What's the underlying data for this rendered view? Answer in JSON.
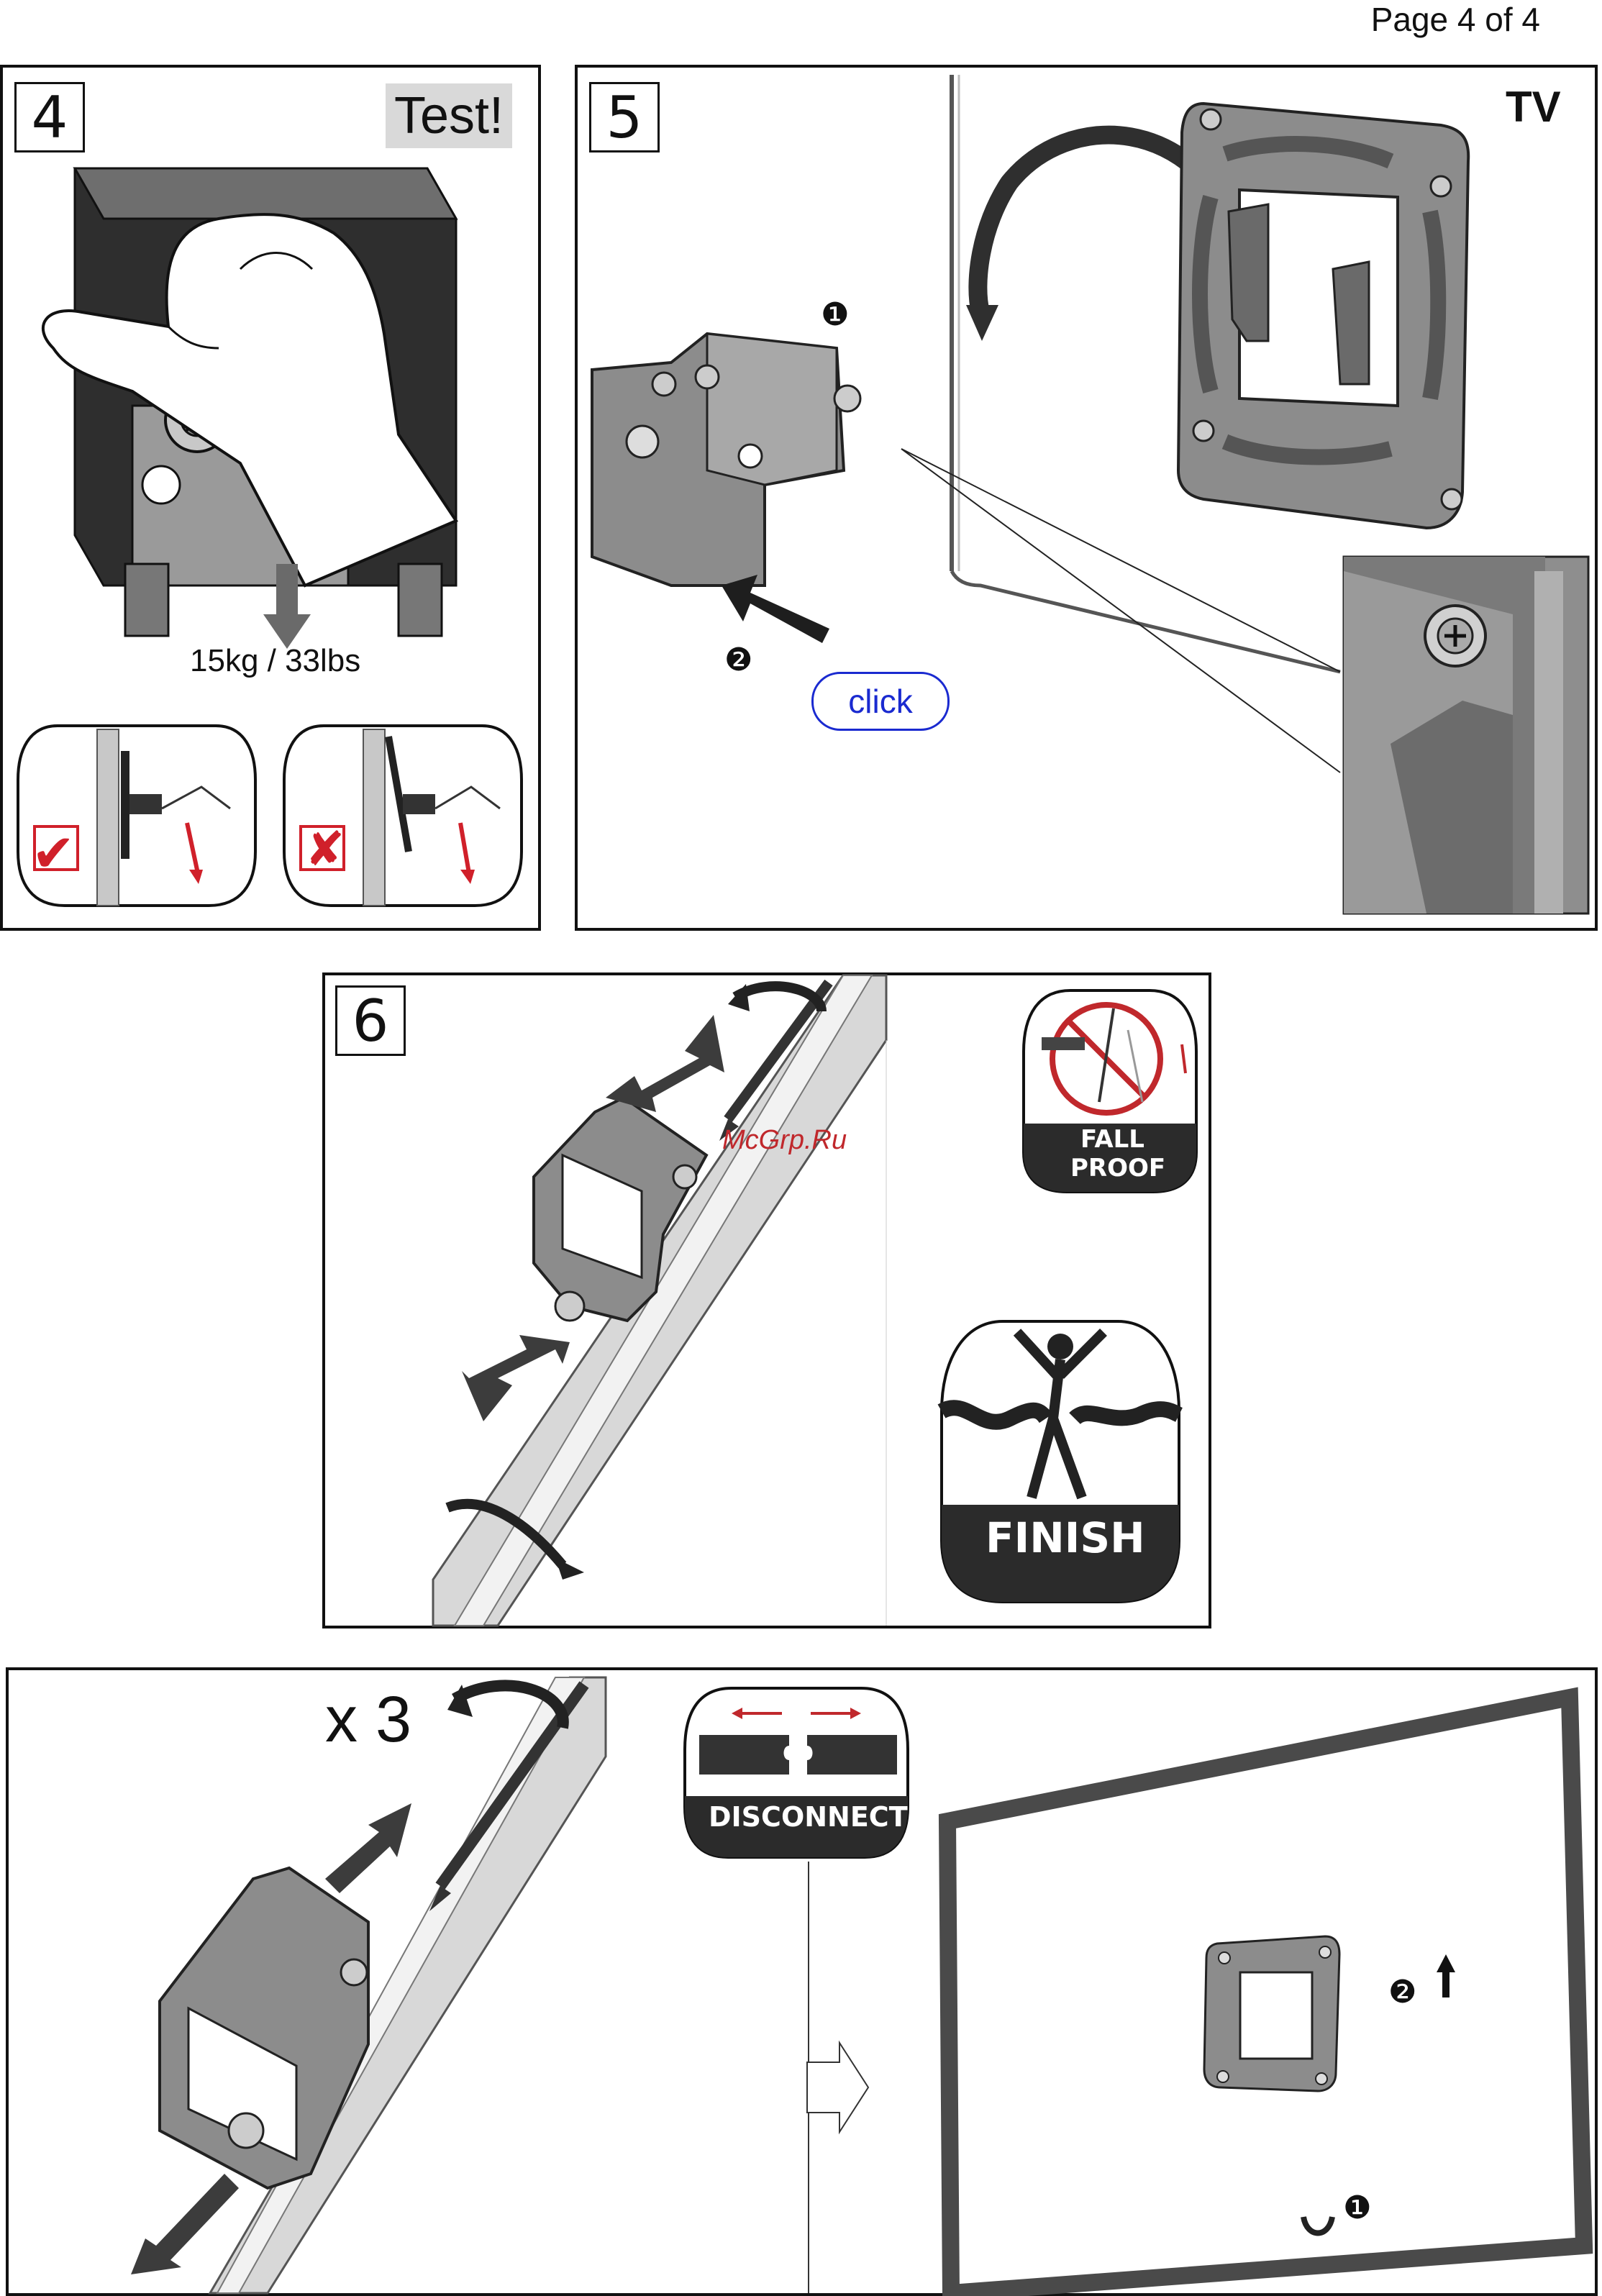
{
  "page": {
    "page_number": "Page 4 of 4"
  },
  "step4": {
    "number": "4",
    "test_label": "Test!",
    "weight": "15kg / 33lbs",
    "check_icon": "check-icon",
    "cross_icon": "cross-icon"
  },
  "step5": {
    "number": "5",
    "tv_label": "TV",
    "marker1": "❶",
    "marker2": "❷",
    "click_label": "click"
  },
  "step6": {
    "number": "6",
    "watermark": "McGrp.Ru",
    "fallproof_line1": "FALL",
    "fallproof_line2": "PROOF",
    "finish_label": "FINISH"
  },
  "removal": {
    "multiplier": "x 3",
    "disconnect_label": "DISCONNECT",
    "marker1": "❶",
    "marker2": "❷"
  },
  "colors": {
    "frame": "#111111",
    "metal": "#8a8a8a",
    "dark_metal": "#3a3a3a",
    "arrow": "#3c3c3c",
    "red": "#d0202a",
    "click_blue": "#1a2ad0",
    "watermark": "#c0282c"
  }
}
